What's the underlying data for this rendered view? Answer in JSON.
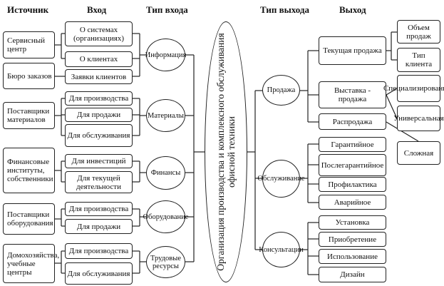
{
  "headers": {
    "source": "Источник",
    "input": "Вход",
    "input_type": "Тип входа",
    "output_type": "Тип выхода",
    "output": "Выход"
  },
  "sources": [
    "Сервисный центр",
    "Бюро заказов",
    "Поставщики материалов",
    "Финансовые институты, собственники",
    "Поставщики оборудования",
    "Домохозяйства, учебные центры"
  ],
  "inputs": [
    "О системах (организациях)",
    "О клиентах",
    "Заявки клиентов",
    "Для производства",
    "Для продажи",
    "Для обслуживания",
    "Для инвестиций",
    "Для текущей деятельности",
    "Для производства",
    "Для продажи",
    "Для производства",
    "Для обслуживания"
  ],
  "input_types": [
    "Информация",
    "Материалы",
    "Финансы",
    "Оборудование",
    "Трудовые ресурсы"
  ],
  "central": "Организация производства и комплексного обслуживания офисной техники",
  "output_types": [
    "Продажа",
    "Обслуживание",
    "Консультации"
  ],
  "outputs": [
    "Текущая продажа",
    "Выставка - продажа",
    "Распродажа",
    "Гарантийное",
    "Послегарантийное",
    "Профилактика",
    "Аварийное",
    "Установка",
    "Приобретение",
    "Использование",
    "Дизайн"
  ],
  "subtypes": [
    "Объем продаж",
    "Тип клиента",
    "Специализированная",
    "Универсальная",
    "Сложная"
  ]
}
